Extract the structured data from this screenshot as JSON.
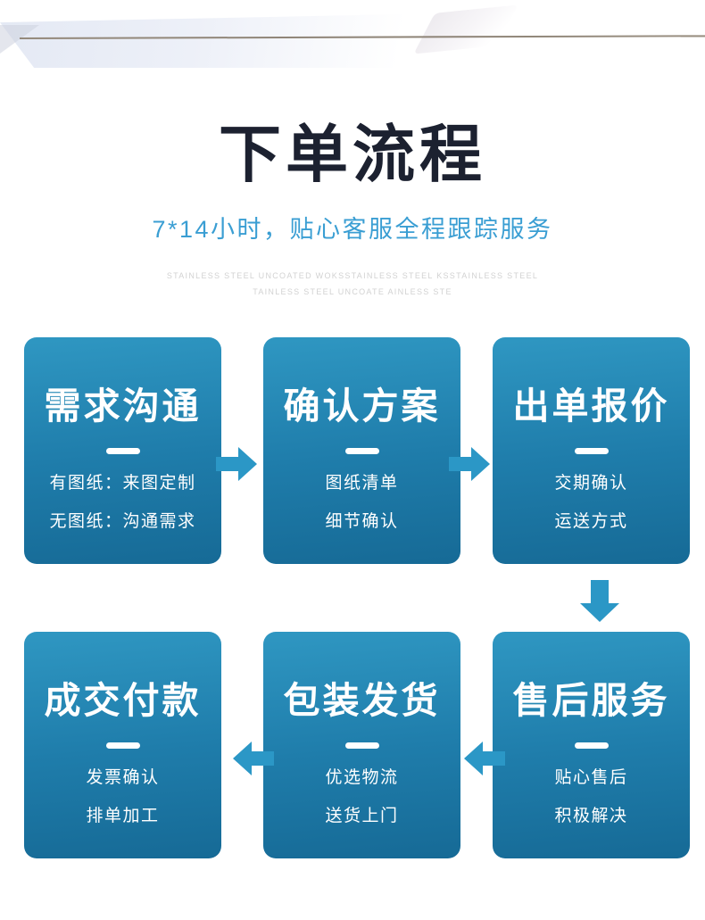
{
  "page": {
    "title": "下单流程",
    "subtitle": "7*14小时，贴心客服全程跟踪服务",
    "watermark_line1": "STAINLESS STEEL UNCOATED WOKSSTAINLESS STEEL KSSTAINLESS STEEL",
    "watermark_line2": "TAINLESS STEEL UNCOATE AINLESS STE"
  },
  "colors": {
    "title_text": "#1c2130",
    "subtitle_text": "#3a9ed3",
    "card_gradient_top": "#2f97c2",
    "card_gradient_bottom": "#166a96",
    "card_text": "#ffffff",
    "arrow": "#2b97c6",
    "watermark_text": "#d2d2d2",
    "header_line": "#8d8376"
  },
  "icons": {
    "arrow_right": "block-arrow-right",
    "arrow_left": "block-arrow-left",
    "arrow_down": "block-arrow-down"
  },
  "flow": {
    "steps": [
      {
        "title": "需求沟通",
        "lines": [
          "有图纸：来图定制",
          "无图纸：沟通需求"
        ]
      },
      {
        "title": "确认方案",
        "lines": [
          "图纸清单",
          "细节确认"
        ]
      },
      {
        "title": "出单报价",
        "lines": [
          "交期确认",
          "运送方式"
        ]
      },
      {
        "title": "成交付款",
        "lines": [
          "发票确认",
          "排单加工"
        ]
      },
      {
        "title": "包装发货",
        "lines": [
          "优选物流",
          "送货上门"
        ]
      },
      {
        "title": "售后服务",
        "lines": [
          "贴心售后",
          "积极解决"
        ]
      }
    ]
  }
}
